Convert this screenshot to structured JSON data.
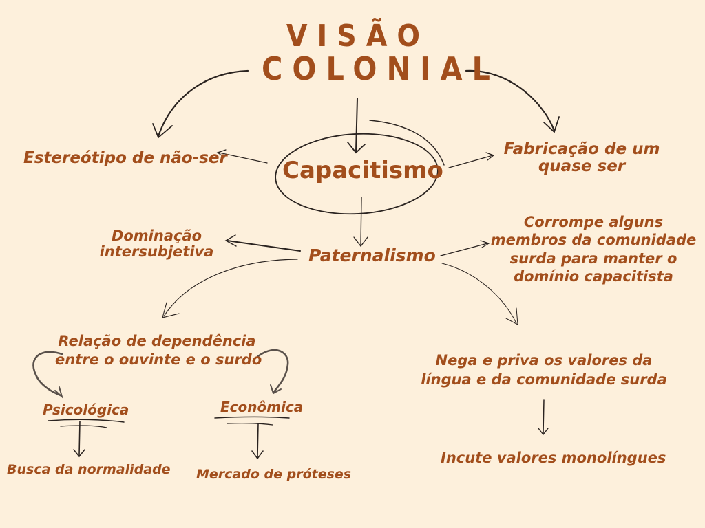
{
  "title": {
    "line1": "VISÃO",
    "line2": "COLONIAL"
  },
  "central": {
    "label": "Capacitismo"
  },
  "nodes": {
    "estereotipo": "Estereótipo de não-ser",
    "fabricacao_1": "Fabricação de um",
    "fabricacao_2": "quase ser",
    "paternalismo": "Paternalismo",
    "dominacao_1": "Dominação",
    "dominacao_2": "intersubjetiva",
    "corrompe_1": "Corrompe alguns",
    "corrompe_2": "membros da comunidade",
    "corrompe_3": "surda para manter o",
    "corrompe_4": "domínio capacitista",
    "relacao_1": "Relação de dependência",
    "relacao_2": "entre o ouvinte e o surdo",
    "psicologica": "Psicológica",
    "economica": "Econômica",
    "busca": "Busca da normalidade",
    "mercado": "Mercado de próteses",
    "nega_1": "Nega e priva os valores da",
    "nega_2": "língua e da comunidade surda",
    "incute": "Incute valores monolíngues"
  },
  "colors": {
    "background": "#fdf0dc",
    "text": "#a24e1c",
    "lines": "#2a2320"
  }
}
